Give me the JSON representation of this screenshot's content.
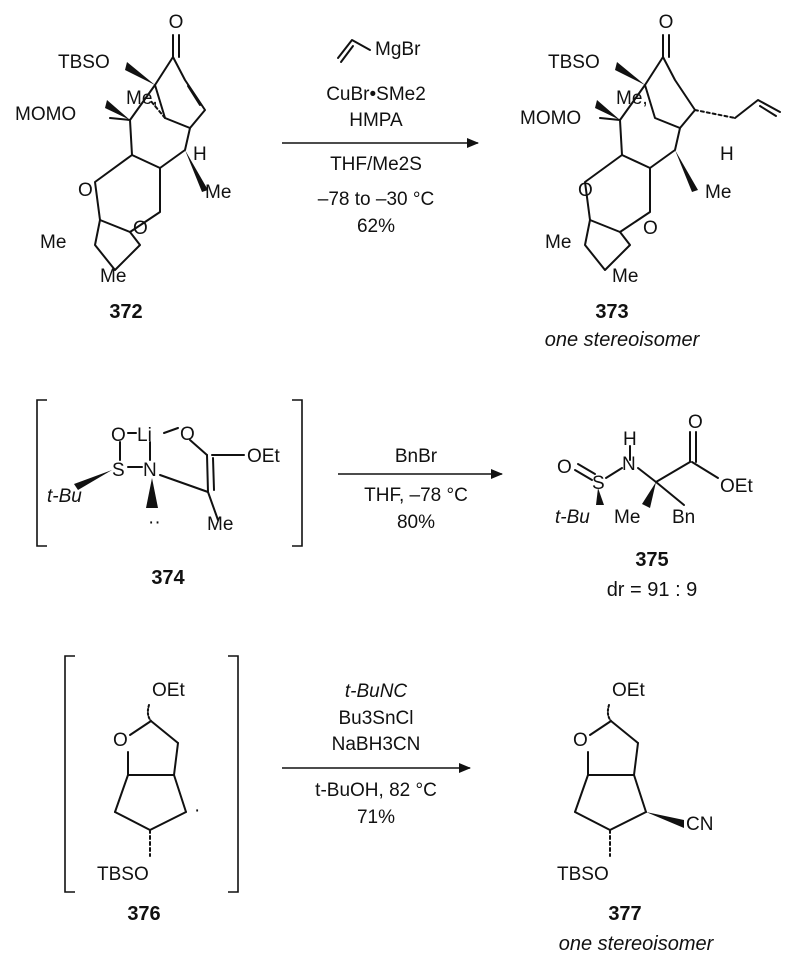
{
  "reactions": [
    {
      "id": "r1",
      "conditions": [
        "MgBr",
        "CuBr•SMe2",
        "HMPA",
        "THF/Me2S",
        "–78 to –30 °C",
        "62%"
      ],
      "start": {
        "label": "372",
        "atoms": {
          "o": "O",
          "tbso": "TBSO",
          "me_ring": "Me,",
          "momo": "MOMO",
          "h": "H",
          "me": "Me",
          "o1": "O",
          "o2": "O",
          "me1": "Me",
          "me2": "Me"
        }
      },
      "product": {
        "label": "373",
        "note": "one stereoisomer",
        "atoms": {
          "o": "O",
          "tbso": "TBSO",
          "me_ring": "Me,",
          "momo": "MOMO",
          "h": "H",
          "me": "Me",
          "o1": "O",
          "o2": "O",
          "me1": "Me",
          "me2": "Me"
        }
      }
    },
    {
      "id": "r2",
      "conditions": [
        "BnBr",
        "THF, –78 °C",
        "80%"
      ],
      "start": {
        "label": "374",
        "atoms": {
          "o1": "O",
          "li": "Li",
          "o2": "O",
          "oet": "OEt",
          "tbu": "t-Bu",
          "s": "S",
          "n": "N",
          "me": "Me",
          "lp": "··"
        }
      },
      "product": {
        "label": "375",
        "dr": "dr = 91 : 9",
        "atoms": {
          "o": "O",
          "s": "S",
          "h": "H",
          "n": "N",
          "oc": "O",
          "oet": "OEt",
          "tbu": "t-Bu",
          "me": "Me",
          "bn": "Bn"
        }
      }
    },
    {
      "id": "r3",
      "conditions": [
        "t-BuNC",
        "Bu3SnCl",
        "NaBH3CN",
        "t-BuOH, 82 °C",
        "71%"
      ],
      "start": {
        "label": "376",
        "atoms": {
          "oet": "OEt",
          "o": "O",
          "tbso": "TBSO",
          "dot": "·"
        }
      },
      "product": {
        "label": "377",
        "note": "one stereoisomer",
        "atoms": {
          "oet": "OEt",
          "o": "O",
          "tbso": "TBSO",
          "cn": "CN"
        }
      }
    }
  ]
}
